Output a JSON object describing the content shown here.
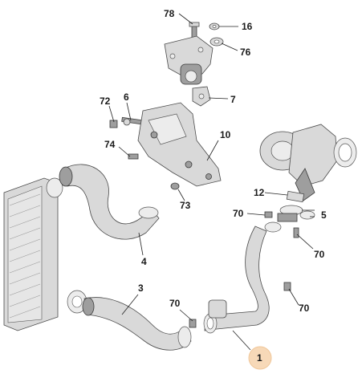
{
  "callouts": {
    "c78": "78",
    "c16": "16",
    "c76": "76",
    "c72": "72",
    "c6": "6",
    "c7": "7",
    "c10": "10",
    "c74": "74",
    "c73": "73",
    "c12": "12",
    "c70_right": "70",
    "c5": "5",
    "c70_far_right": "70",
    "c4": "4",
    "c3": "3",
    "c70_bottom": "70",
    "c70_lower_right": "70",
    "c1": "1"
  },
  "colors": {
    "highlight_circle": "#f7d9b8",
    "part_fill": "#d9d9d9",
    "part_dark": "#9e9e9e"
  }
}
